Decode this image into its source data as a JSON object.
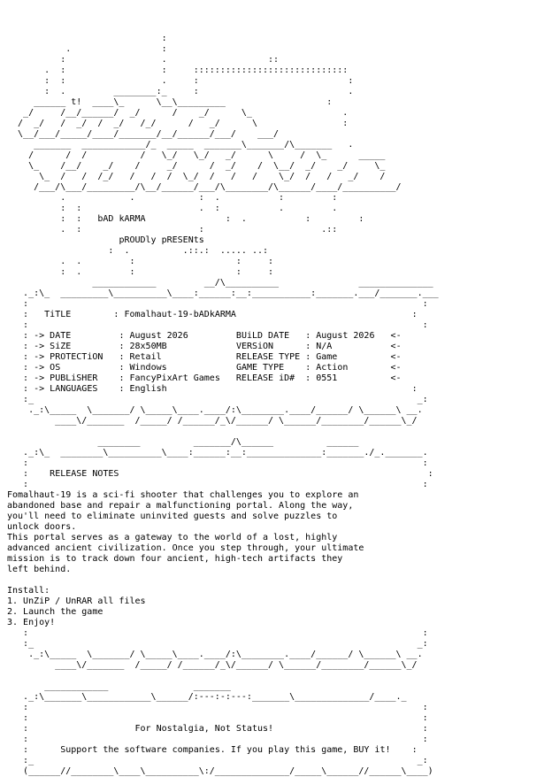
{
  "nfo": {
    "ascii_logo": "                             :\n           .                 :\n          :                  .                   ::\n       .  :                  :     :::::::::::::::::::::::::::::\n       :  :                  .     :                            :\n       :  .         ________:_     :                            .\n     ______ t!  ____\\_      \\__\\_________                   :\n   _/     /__/______/  _/      /    _/      \\_                 .\n  /  _/   /  _/  /  _/   /_/      /   _/      \\                :\n  \\__/___/_____/____/_______/__/______/___/    ___/\n     _______  ____________/_  _____  _______\\_______/\\_______   .\n    /      /  /          /   \\_/   \\_/   _/      \\     /  \\_      _____\n    \\_    /__/    _/    /     _/      /  _/    /  \\__/  _/    _/     \\_\n      \\_  /   /  /_/   /   /  /  \\_/  /   /   /    \\_/  /   /   _/    /\n     /___/\\___/_________/\\__/______/___/\\________/\\______/____/__________/\n          .            .            :  .           :         :\n          :  :                      .  :           .         .",
    "group_name": "bAD kARMA",
    "presents": "pROUDly pRESENts",
    "logo_tail": "                   :  .          .::.:  ..... ..:\n          .  .         :                   :     :\n          :  .         :                   :     :",
    "border_top_1": "                ____________         __/\\__________               ______________\n   ._:\\_  _________\\__________\\____:______:__:___________:_______.___/_______.___\n   :                                                                          :",
    "border_bottom_1": "   :_                                                                        _:\n    ._:\\_____  \\_______/ \\_____\\____.____/:\\________.____/______/ \\______\\ __.\n         ____\\/_______  /_____/ /______/_\\/______/ \\______/________/______\\_/",
    "border_top_2": "                 ________          _______/\\______          ______\n   ._:\\_  ________\\__________\\____:______:__:______________:_______./_._______.\n   :                                                                          :",
    "border_bottom_2": "   :_                                                                        _:\n    ._:\\_____  \\_______/ \\_____\\____.____/:\\________.____/______/ \\______\\ __.\n         ____\\/_______  /_____/ /______/_\\/______/ \\______/________/______\\_/",
    "border_top_3": "       ____________                _______                                \n   ._:\\_______\\____________\\______/:---:-:---:_______\\______________/____._\n   :                                                                          :",
    "border_bottom_3": "   :_                                                                        _:\n   (______//________\\____\\__________\\:/______________/_____\\______//______\\____)",
    "info": {
      "title_label": "TiTLE",
      "title_value": "Fomalhaut-19-bADkARMA",
      "date_label": "DATE",
      "date_value": "August 2026",
      "size_label": "SiZE",
      "size_value": "28x50MB",
      "protection_label": "PROTECTiON",
      "protection_value": "Retail",
      "os_label": "OS",
      "os_value": "Windows",
      "publisher_label": "PUBLiSHER",
      "publisher_value": "FancyPixArt Games",
      "languages_label": "LANGUAGES",
      "languages_value": "English",
      "build_date_label": "BUiLD DATE",
      "build_date_value": "August 2026",
      "version_label": "VERSiON",
      "version_value": "N/A",
      "release_type_label": "RELEASE TYPE",
      "release_type_value": "Game",
      "game_type_label": "GAME TYPE",
      "game_type_value": "Action",
      "release_id_label": "RELEASE iD#",
      "release_id_value": "0551"
    },
    "notes": {
      "heading": "RELEASE NOTES",
      "body": "Fomalhaut-19 is a sci-fi shooter that challenges you to explore an\nabandoned base and repair a malfunctioning portal. Along the way,\nyou'll need to eliminate uninvited guests and solve puzzles to\nunlock doors.\nThis portal serves as a gateway to the world of a lost, highly\nadvanced ancient civilization. Once you step through, your ultimate\nmission is to track down four ancient, high-tech artifacts they\nleft behind.",
      "install_heading": "Install:",
      "install_steps": "1. UnZiP / UnRAR all files\n2. Launch the game\n3. Enjoy!"
    },
    "footer": {
      "motto": "For Nostalgia, Not Status!",
      "support": "Support the software companies. If you play this game, BUY it!"
    }
  }
}
